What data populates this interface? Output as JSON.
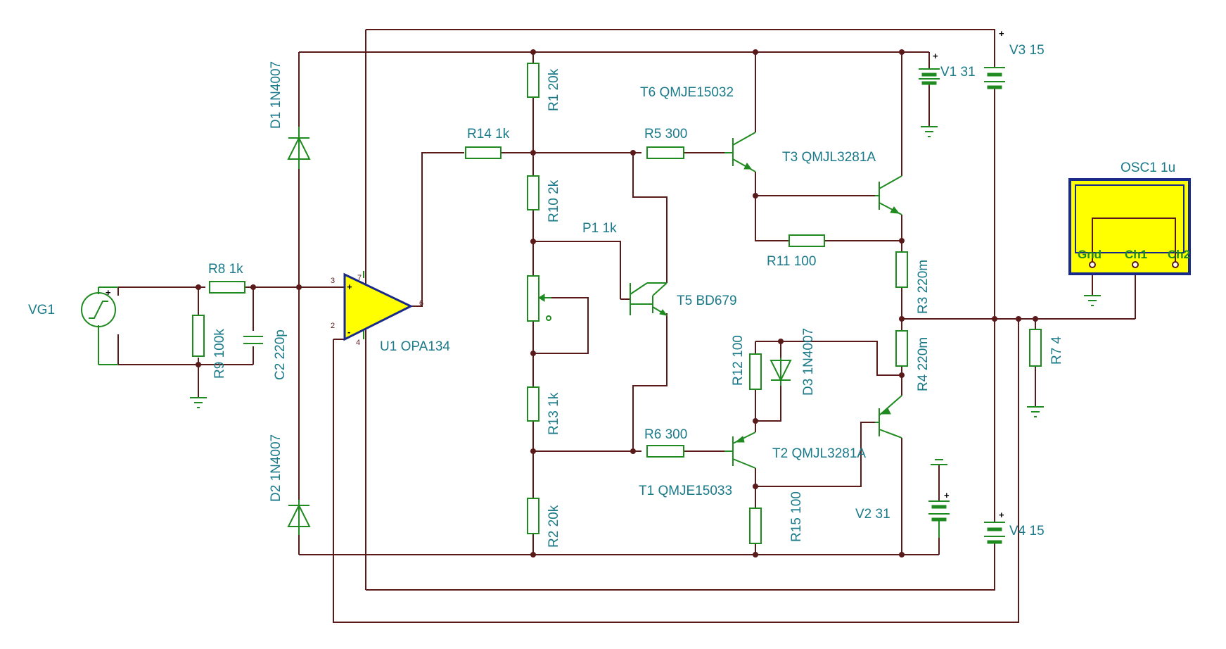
{
  "colors": {
    "wire": "#5a1a1a",
    "component": "#1f8a1f",
    "label": "#1a7a8a",
    "opamp_fill": "#ffff00",
    "scope_border": "#1a2a8a"
  },
  "labels": {
    "vg1": "VG1",
    "r8": "R8 1k",
    "r9": "R9 100k",
    "c2": "C2 220p",
    "d1": "D1 1N4007",
    "d2": "D2 1N4007",
    "u1": "U1 OPA134",
    "r14": "R14 1k",
    "r1": "R1 20k",
    "r10": "R10 2k",
    "p1": "P1 1k",
    "r13": "R13 1k",
    "r2": "R2 20k",
    "r5": "R5 300",
    "r6": "R6 300",
    "t6": "T6 QMJE15032",
    "t3": "T3 QMJL3281A",
    "t5": "T5 BD679",
    "t1": "T1 QMJE15033",
    "t2": "T2 QMJL3281A",
    "r11": "R11 100",
    "r12": "R12 100",
    "d3": "D3 1N4007",
    "r15": "R15 100",
    "r3": "R3 220m",
    "r4": "R4 220m",
    "v1": "V1 31",
    "v2": "V2 31",
    "v3": "V3 15",
    "v4": "V4 15",
    "r7": "R7 4",
    "osc1": "OSC1 1u"
  },
  "opamp_pins": {
    "p3": "3",
    "p2": "2",
    "p7": "7",
    "p4": "4",
    "p6": "6",
    "plus": "+",
    "minus": "-"
  },
  "polarity": {
    "plus": "+"
  },
  "oscilloscope": {
    "gnd": "Gnd",
    "ch1": "Ch1",
    "ch2": "Ch2"
  }
}
